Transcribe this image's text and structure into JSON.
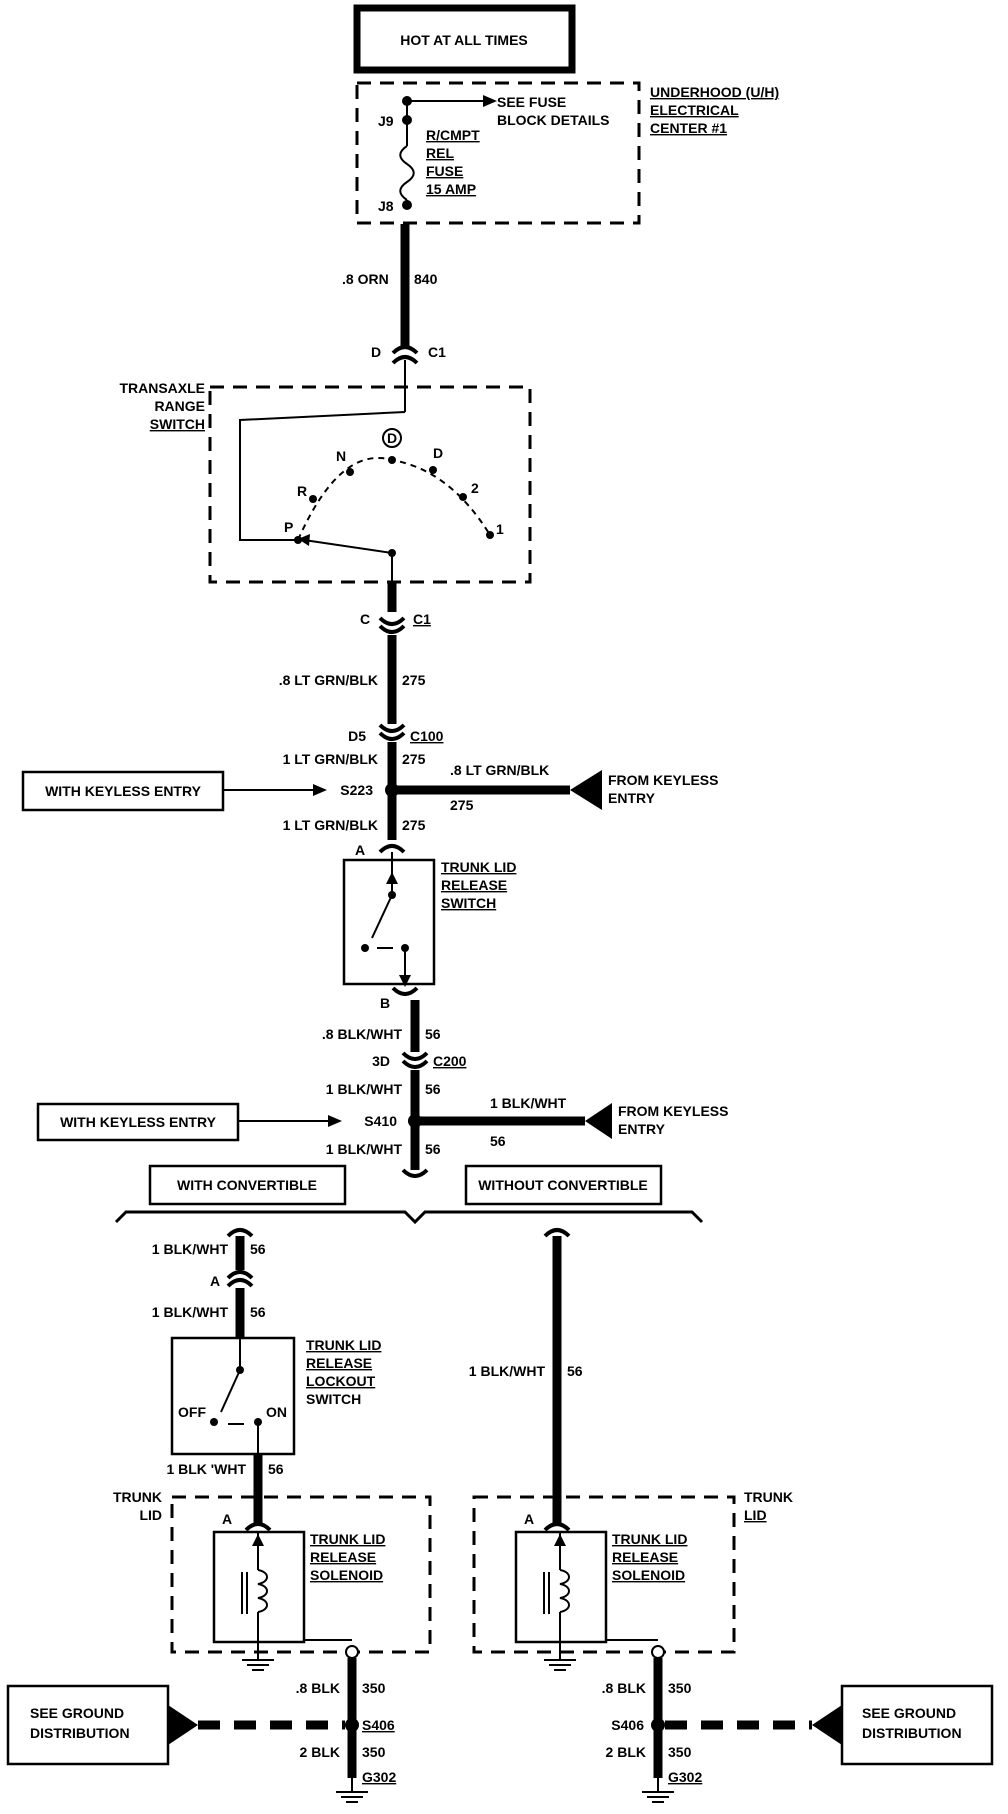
{
  "power": {
    "hot_label": "HOT AT ALL TIMES"
  },
  "underhood": {
    "label_lines": [
      "UNDERHOOD  (U/H)",
      "ELECTRICAL",
      "CENTER #1"
    ],
    "see_fuse_lines": [
      "SEE FUSE",
      "BLOCK DETAILS"
    ],
    "fuse_lines": [
      "R/CMPT",
      "REL",
      "FUSE",
      "15 AMP"
    ],
    "pin_top": "J9",
    "pin_bottom": "J8"
  },
  "wires": {
    "w840_gauge": ".8 ORN",
    "w840_circuit": "840",
    "w275_gauge_a": ".8 LT GRN/BLK",
    "w275_circuit": "275",
    "w275_gauge_b": "1 LT GRN/BLK",
    "w275_gauge_keyless": ".8 LT GRN/BLK",
    "w56_gauge_a": ".8 BLK/WHT",
    "w56_circuit": "56",
    "w56_gauge_b": "1 BLK/WHT",
    "w56_gauge_c": "1 BLK 'WHT",
    "w350_gauge_a": ".8 BLK",
    "w350_gauge_b": "2 BLK",
    "w350_circuit": "350"
  },
  "connectors": {
    "c1_top_pin": "D",
    "c1_top_name": "C1",
    "c1_bottom_pin": "C",
    "c1_bottom_name": "C1",
    "c100_pin": "D5",
    "c100_name": "C100",
    "c200_pin": "3D",
    "c200_name": "C200",
    "pin_a": "A",
    "pin_b": "B"
  },
  "transaxle": {
    "label_lines": [
      "TRANSAXLE",
      "RANGE",
      "SWITCH"
    ],
    "positions": [
      "P",
      "R",
      "N",
      "D",
      "2",
      "1"
    ],
    "overdrive": "D"
  },
  "splices": {
    "s223": "S223",
    "s410": "S410",
    "s406": "S406"
  },
  "keyless": {
    "with_label": "WITH KEYLESS ENTRY",
    "from_lines": [
      "FROM KEYLESS",
      "ENTRY"
    ]
  },
  "trunk_switch": {
    "label_lines": [
      "TRUNK LID",
      "RELEASE",
      "SWITCH"
    ]
  },
  "options": {
    "with_convertible": "WITH CONVERTIBLE",
    "without_convertible": "WITHOUT CONVERTIBLE"
  },
  "lockout_switch": {
    "label_lines": [
      "TRUNK LID",
      "RELEASE",
      "LOCKOUT",
      "SWITCH"
    ],
    "off": "OFF",
    "on": "ON"
  },
  "solenoid": {
    "location_lines": [
      "TRUNK",
      "LID"
    ],
    "label_lines": [
      "TRUNK LID",
      "RELEASE",
      "SOLENOID"
    ]
  },
  "ground": {
    "see_lines": [
      "SEE GROUND",
      "DISTRIBUTION"
    ],
    "g302": "G302"
  }
}
